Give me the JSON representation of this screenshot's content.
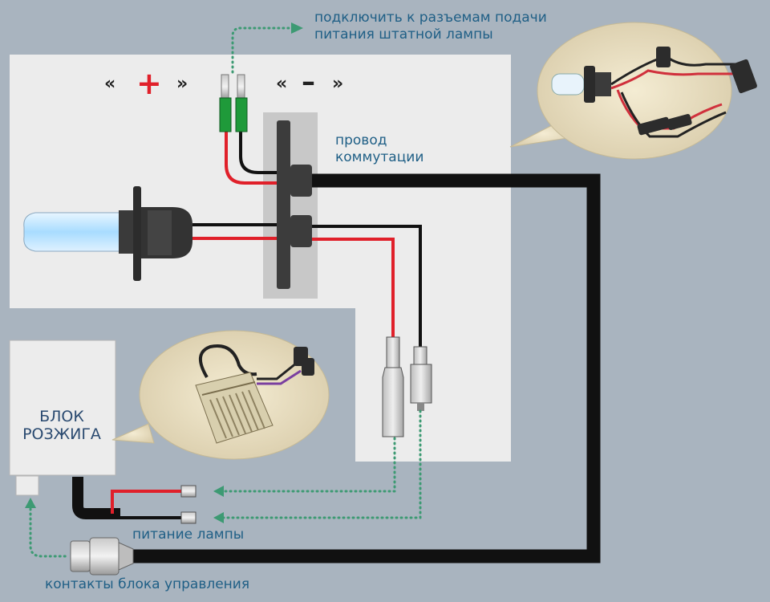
{
  "labels": {
    "connect_line1": "подключить к разъемам подачи",
    "connect_line2": "питания штатной лампы",
    "switch_wire_line1": "провод",
    "switch_wire_line2": "коммутации",
    "ignition_block_line1": "БЛОК",
    "ignition_block_line2": "РОЗЖИГА",
    "lamp_power": "питание лампы",
    "control_contacts": "контакты блока управления"
  },
  "polarity": {
    "plus": "+",
    "minus": "–",
    "open_quote": "«",
    "close_quote": "»"
  },
  "colors": {
    "wire_red": "#e0202a",
    "wire_black": "#111111",
    "label_blue": "#1f5f86",
    "dotted_green": "#3d9a73",
    "panel_light": "#ececec",
    "background": "#a9b4bf",
    "terminal_green": "#1f9a3a"
  }
}
